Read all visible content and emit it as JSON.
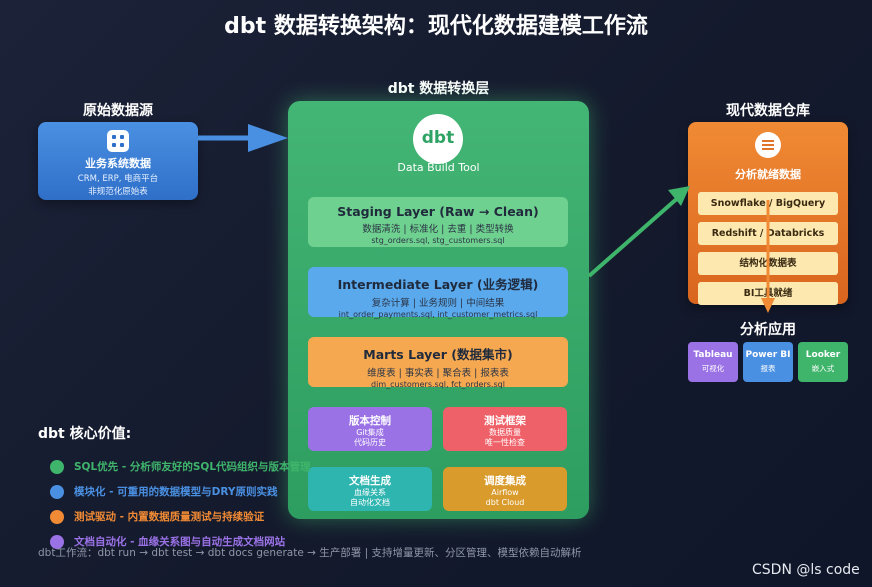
{
  "title": "dbt 数据转换架构：现代化数据建模工作流",
  "source": {
    "section_title": "原始数据源",
    "name": "业务系统数据",
    "line1": "CRM, ERP, 电商平台",
    "line2": "非规范化原始表"
  },
  "dbt": {
    "section_title": "dbt 数据转换层",
    "logo_text": "dbt",
    "subtitle": "Data Build Tool",
    "layers": [
      {
        "name": "Staging Layer (Raw → Clean)",
        "desc": "数据清洗 | 标准化 | 去重 | 类型转换",
        "files": "stg_orders.sql, stg_customers.sql",
        "color": "#6fd18f"
      },
      {
        "name": "Intermediate Layer (业务逻辑)",
        "desc": "复杂计算 | 业务规则 | 中间结果",
        "files": "int_order_payments.sql, int_customer_metrics.sql",
        "color": "#5aa9ec"
      },
      {
        "name": "Marts Layer (数据集市)",
        "desc": "维度表 | 事实表 | 聚合表 | 报表表",
        "files": "dim_customers.sql, fct_orders.sql",
        "color": "#f5a850"
      }
    ],
    "tiles": [
      {
        "name": "版本控制",
        "line1": "Git集成",
        "line2": "代码历史",
        "color": "#9b72e6"
      },
      {
        "name": "测试框架",
        "line1": "数据质量",
        "line2": "唯一性检查",
        "color": "#ef6168"
      },
      {
        "name": "文档生成",
        "line1": "血缘关系",
        "line2": "自动化文档",
        "color": "#2fb5b0"
      },
      {
        "name": "调度集成",
        "line1": "Airflow",
        "line2": "dbt Cloud",
        "color": "#d89b2c"
      }
    ]
  },
  "warehouse": {
    "section_title": "现代数据仓库",
    "title": "分析就绪数据",
    "items": [
      "Snowflake / BigQuery",
      "Redshift / Databricks",
      "结构化数据表",
      "BI工具就绪"
    ]
  },
  "apps": {
    "section_title": "分析应用",
    "items": [
      {
        "name": "Tableau",
        "sub": "可视化",
        "color": "#9b72e6"
      },
      {
        "name": "Power BI",
        "sub": "报表",
        "color": "#4a90e2"
      },
      {
        "name": "Looker",
        "sub": "嵌入式",
        "color": "#3fb56c"
      }
    ]
  },
  "values": {
    "title": "dbt 核心价值:",
    "items": [
      {
        "text": "SQL优先 - 分析师友好的SQL代码组织与版本管理",
        "color": "#3fb56c"
      },
      {
        "text": "模块化 - 可重用的数据模型与DRY原则实践",
        "color": "#4a90e2"
      },
      {
        "text": "测试驱动 - 内置数据质量测试与持续验证",
        "color": "#f08a34"
      },
      {
        "text": "文档自动化 - 血缘关系图与自动生成文档网站",
        "color": "#9b72e6"
      }
    ]
  },
  "workflow": "dbt工作流：dbt run → dbt test → dbt docs generate → 生产部署 | 支持增量更新、分区管理、模型依赖自动解析",
  "watermark": "CSDN @ls code"
}
